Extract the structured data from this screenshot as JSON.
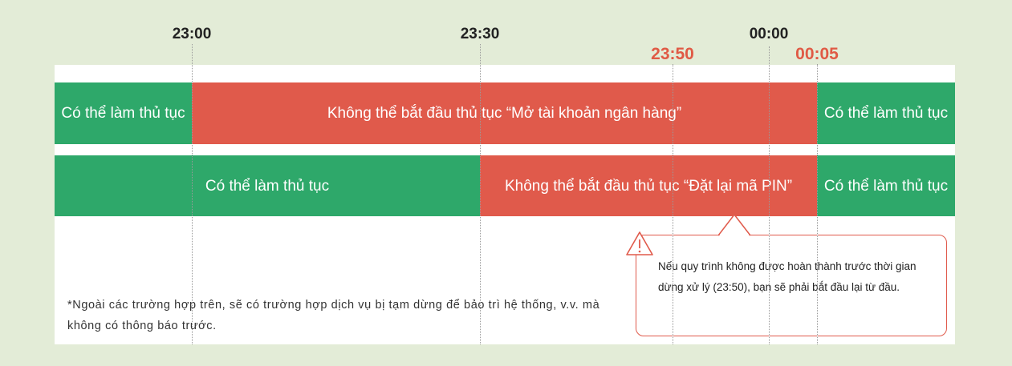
{
  "timeline": {
    "times": [
      "23:00",
      "23:30",
      "00:00"
    ],
    "cutoff_times": [
      "23:50",
      "00:05"
    ]
  },
  "rows": {
    "bank": {
      "left": "Có thể làm thủ tục",
      "middle": "Không thể bắt đầu thủ tục “Mở tài khoản ngân hàng”",
      "right": "Có thể làm thủ tục"
    },
    "pin": {
      "left": "Có thể làm thủ tục",
      "middle": "Không thể bắt đầu thủ tục “Đặt lại mã PIN”",
      "right": "Có thể làm thủ tục"
    }
  },
  "note": "*Ngoài các trường hợp trên, sẽ có trường hợp dịch vụ bị tạm dừng để bảo trì hệ thống, v.v. mà không có thông báo trước.",
  "callout": {
    "icon": "warning-icon",
    "text": "Nếu quy trình không được hoàn thành trước thời gian dừng xử lý (23:50), bạn sẽ phải bắt đầu lại từ đầu."
  },
  "colors": {
    "background": "#e3ecd7",
    "available": "#2ea86a",
    "unavailable": "#e05a4b",
    "cutoff_label": "#e05a45"
  }
}
